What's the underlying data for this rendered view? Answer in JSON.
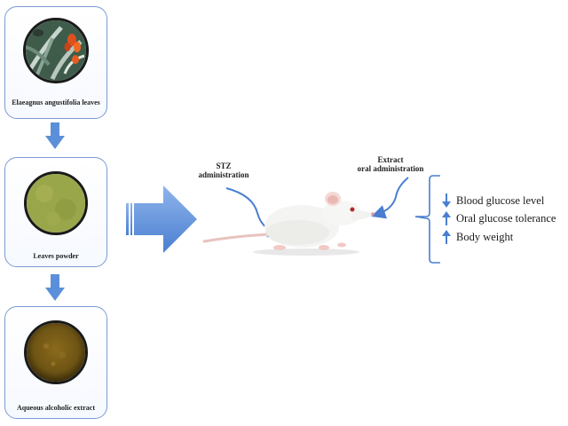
{
  "steps": [
    {
      "label": "Elaeagnus angustifolia leaves"
    },
    {
      "label": "Leaves powder"
    },
    {
      "label": "Aqueous alcoholic extract"
    }
  ],
  "treatments": {
    "stz_line1": "STZ",
    "stz_line2": "administration",
    "extract_line1": "Extract",
    "extract_line2": "oral administration"
  },
  "outcomes": [
    {
      "label": "Blood glucose level",
      "direction": "down"
    },
    {
      "label": "Oral glucose tolerance",
      "direction": "up"
    },
    {
      "label": "Body weight",
      "direction": "up"
    }
  ],
  "colors": {
    "arrow_blue": "#5b8fd9",
    "panel_border": "#7b9bd1",
    "powder_green": "#9aa64a",
    "extract_brown": "#6e5414"
  }
}
